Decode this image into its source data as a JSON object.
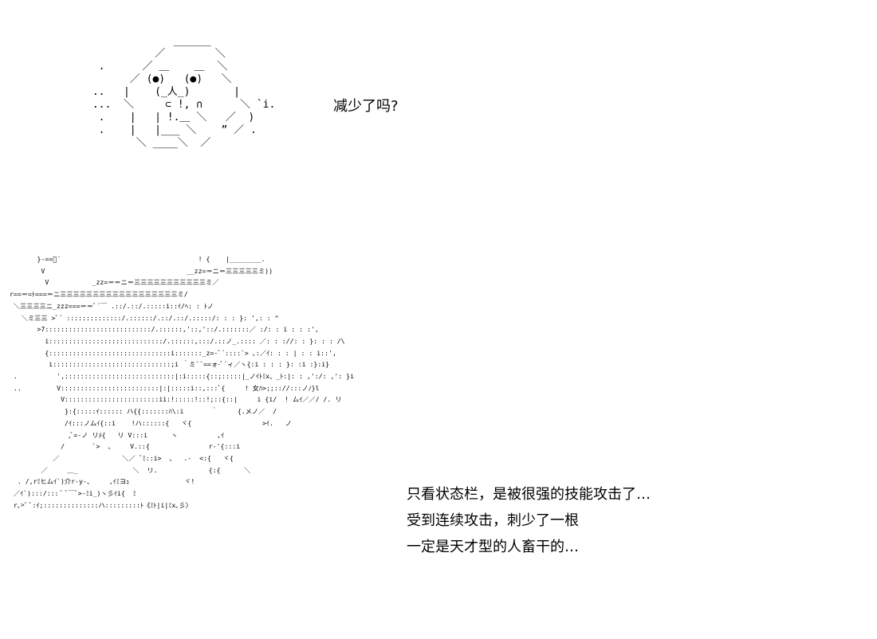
{
  "top_section": {
    "ascii_art": "              ______\n           ／        ＼\n  .      ／ ＿    ＿  ＼\n       ／ (●)   (●)   ＼\n ..   |    (_人_)       |\n ...  ＼     ⊂ !, ∩      ＼ `i.\n  .    |   | !.＿ ＼   ／  )\n  .    |   |___ ＼    ” ／ .\n        ＼ ____＼  ／",
    "caption": "减少了吗?"
  },
  "bottom_section": {
    "ascii_art": "       }-==ﾞ´                                   ! {    |________.\n        V                                    __zz=＝ニ＝三三三三三ミ))\n         V           _zz=＝＝ニ＝三三三三三三三三三三三ミ／\nr==＝=ﾄ===＝ニ三三三三三三三三三三三三三三三三三三ミ/\n ＼三三三三ニ_zzz===＝＝ﾞ´￣ .::/.::/.:::::i::ｲ/ﾍ: : ﾄノ\n   ＼ミ三三 >ﾞ´ ::::::::::::::/.::::::/.::/.::/.:::::/: : : }: ',: : ^\n       >7:::::::::::::::::::::::::::/.::::::,'::,'::/.:::::::／ :/: : i : : :',\n         i:::::::::::::::::::::::::::::/.::::::,:::/.::ノ_.:::: ／: : ://: : }: : : /\\\n         {:::::::::::::::::::::::::::::::i:::::::_z=-ﾞ´::::`> ､:／ｲ: : : | : : i::',\n          i::::::::::::::::::::::::::::::;i ｀ミ¨¨==ォ-ﾞ´ィ／ヽ{:i : : : }: :i :}:i}\n .          ',::::::::::::::::::::::::::::|:i:::::{::;:::::|_ノｲﾄﾐx、_ﾄ:|: : ,':/: ,': }i\n ..         V:::::::::::::::::::::::::|:|:::::i::,:::ﾞ{     ! 女ﾊ>;;:://:::ノﾉ}l\n             V::::::::::::::::::::::::ii:!:::::!::!;::{::|     i {i/  ! ムｲ／／/ /. リ\n              }:{:::::ｲ:::::: ハ{{:::::::ﾊ\\:i       ｀     {.メノ／  /\n              /ｲ:::ノムｲ{::i    !ハ::::::{   ヾ{                  >ｲ.   ノ\n               ,ﾞ=-ノ リﾒ{   リ V:::i      ヽ          ,ｲ\n             /       `>  、    V.::{               r-'{:::i\n           ／                ＼／ ﾞﾐ::i>  、  .-  <:{   ヾ{\n        ／     ＿_              ＼  リ.             {:{      ＼\n  . /,rﾐヒムｲ`)介r-y-、    ,ｲﾐヨｭ              ヾ!\n ／ｲ`):::/::: ﾞ ﾞ￣ﾞ>-ﾐi_)ヽ彡ｲi{  ﾐ\n r､>ﾞ ﾞ:ｲ;::::::::::::::ハ:::::::::ﾄ《ﾐﾄ|i|ﾐx､彡〉",
    "caption_lines": [
      "只看状态栏，是被很强的技能攻击了…",
      "受到连续攻击，刺少了一根",
      "一定是天才型的人畜干的…"
    ]
  }
}
